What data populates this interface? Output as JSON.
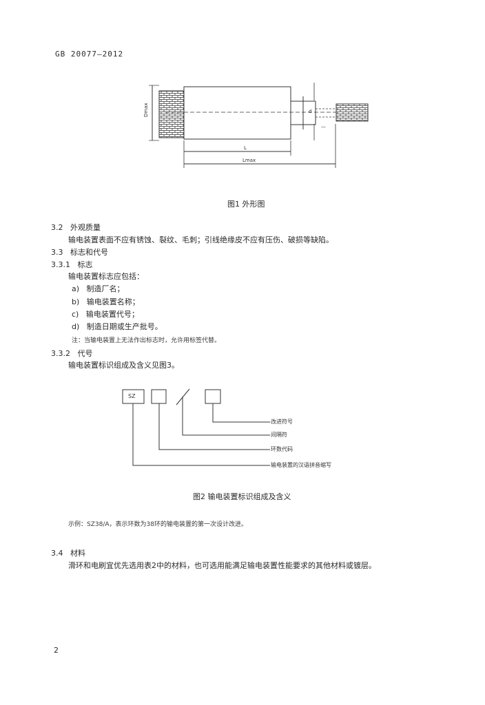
{
  "header": {
    "doc_number": "GB 20077—2012"
  },
  "figure1": {
    "caption": "图1   外形图"
  },
  "section_3_2": {
    "number": "3.2",
    "title": "外观质量",
    "text": "输电装置表面不应有锈蚀、裂纹、毛刺；引线绝缘皮不应有压伤、破损等缺陷。"
  },
  "section_3_3": {
    "number": "3.3",
    "title": "标志和代号"
  },
  "section_3_3_1": {
    "number": "3.3.1",
    "title": "标志",
    "intro": "输电装置标志应包括：",
    "items": [
      {
        "marker": "a)",
        "text": "制造厂名；"
      },
      {
        "marker": "b)",
        "text": "输电装置名称；"
      },
      {
        "marker": "c)",
        "text": "输电装置代号；"
      },
      {
        "marker": "d)",
        "text": "制造日期或生产批号。"
      }
    ],
    "note": "注：当输电装置上无法作出标志时，允许用标签代替。"
  },
  "section_3_3_2": {
    "number": "3.3.2",
    "title": "代号",
    "text": "输电装置标识组成及含义见图3。"
  },
  "figure2": {
    "box_label": "SZ",
    "labels": [
      "改进符号",
      "间隔符",
      "环数代码",
      "输电装置的汉语拼音缩写"
    ],
    "caption": "图2   输电装置标识组成及含义"
  },
  "example": "示例：SZ38/A，表示环数为38环的输电装置的第一次设计改进。",
  "section_3_4": {
    "number": "3.4",
    "title": "材料",
    "text": "滑环和电刷宜优先选用表2中的材料，也可选用能满足输电装置性能要求的其他材料或镀层。"
  },
  "page_number": "2"
}
